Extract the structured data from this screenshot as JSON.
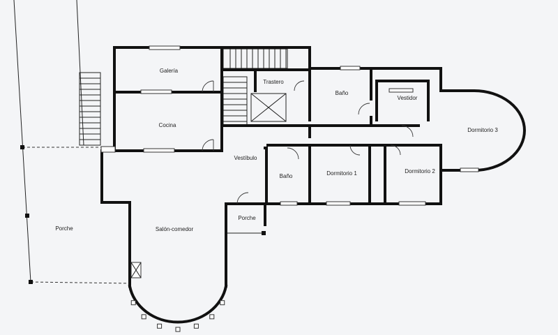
{
  "rooms": {
    "galeria": "Galería",
    "cocina": "Cocina",
    "trastero": "Trastero",
    "bano_top": "Baño",
    "vestidor": "Vestidor",
    "dormitorio3": "Dormitorio 3",
    "vestibulo": "Vestíbulo",
    "bano_mid": "Baño",
    "dormitorio1": "Dormitorio 1",
    "dormitorio2": "Dormitorio 2",
    "porche_left": "Porche",
    "salon": "Salón-comedor",
    "porche_small": "Porche"
  }
}
